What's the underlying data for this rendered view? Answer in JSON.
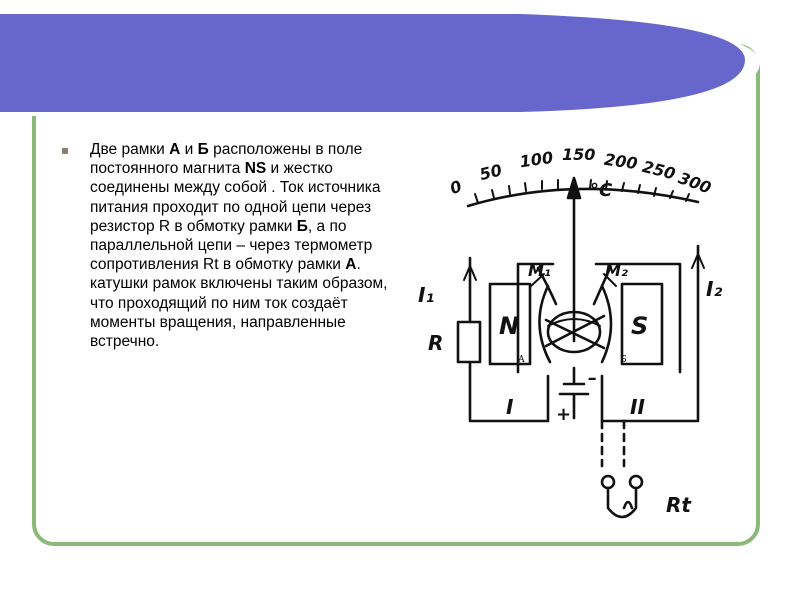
{
  "slide": {
    "accent_color": "#6666cc",
    "frame_color": "#8cb87a"
  },
  "text": {
    "p1": " Две рамки ",
    "b1": "А",
    "p2": " и ",
    "b2": "Б",
    "p3": " расположены в поле постоянного магнита ",
    "b3": "NS",
    "p4": " и жестко соединены между собой . Ток источника питания проходит по одной цепи через резистор R в обмотку рамки ",
    "b4": "Б",
    "p5": ", а по параллельной цепи – через термометр сопротивления Rt в обмотку рамки  ",
    "b5": "А",
    "p6": ". катушки рамок включены таким образом, что проходящий   по ним ток создаёт моменты вращения, направленные встречно."
  },
  "diagram": {
    "scale": [
      "0",
      "50",
      "100",
      "150",
      "200",
      "250",
      "300"
    ],
    "unit": "°C",
    "magnet_n": "N",
    "magnet_s": "S",
    "coil_m1": "M₁",
    "coil_m2": "M₂",
    "current_i1": "I₁",
    "current_i2": "I₂",
    "resistor": "R",
    "circuit_1": "I",
    "circuit_2": "II",
    "minus": "–",
    "plus": "+",
    "frame_a": "А",
    "frame_b": "Б",
    "thermo": "Rt"
  }
}
